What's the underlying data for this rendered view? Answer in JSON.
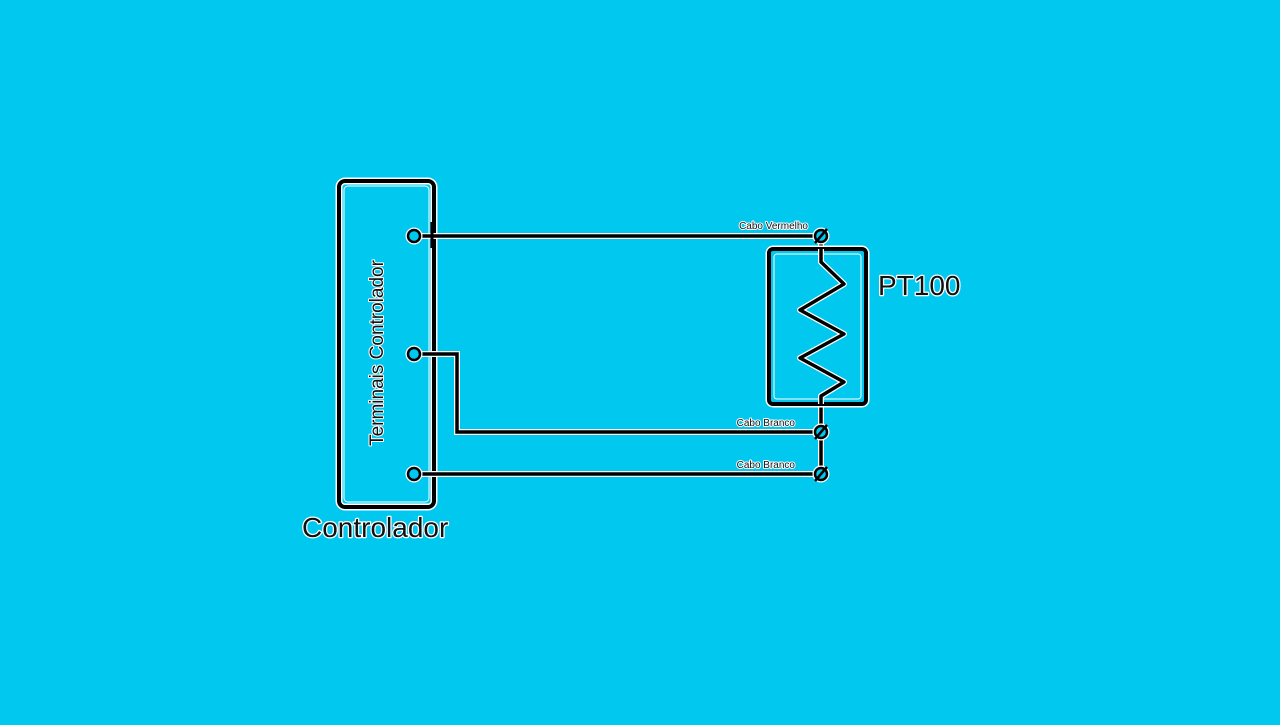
{
  "colors": {
    "background": "#00C8EE",
    "line": "#000000",
    "halo": "#FFFFFF"
  },
  "controller": {
    "title": "Controlador",
    "terminals_label": "Terminais Controlador",
    "terminals": [
      {
        "id": "t1"
      },
      {
        "id": "t2"
      },
      {
        "id": "t3"
      }
    ]
  },
  "sensor": {
    "title": "PT100",
    "symbol": "resistor-icon"
  },
  "wires": [
    {
      "label": "Cabo Vermelho"
    },
    {
      "label": "Cabo Branco"
    },
    {
      "label": "Cabo Branco"
    }
  ]
}
